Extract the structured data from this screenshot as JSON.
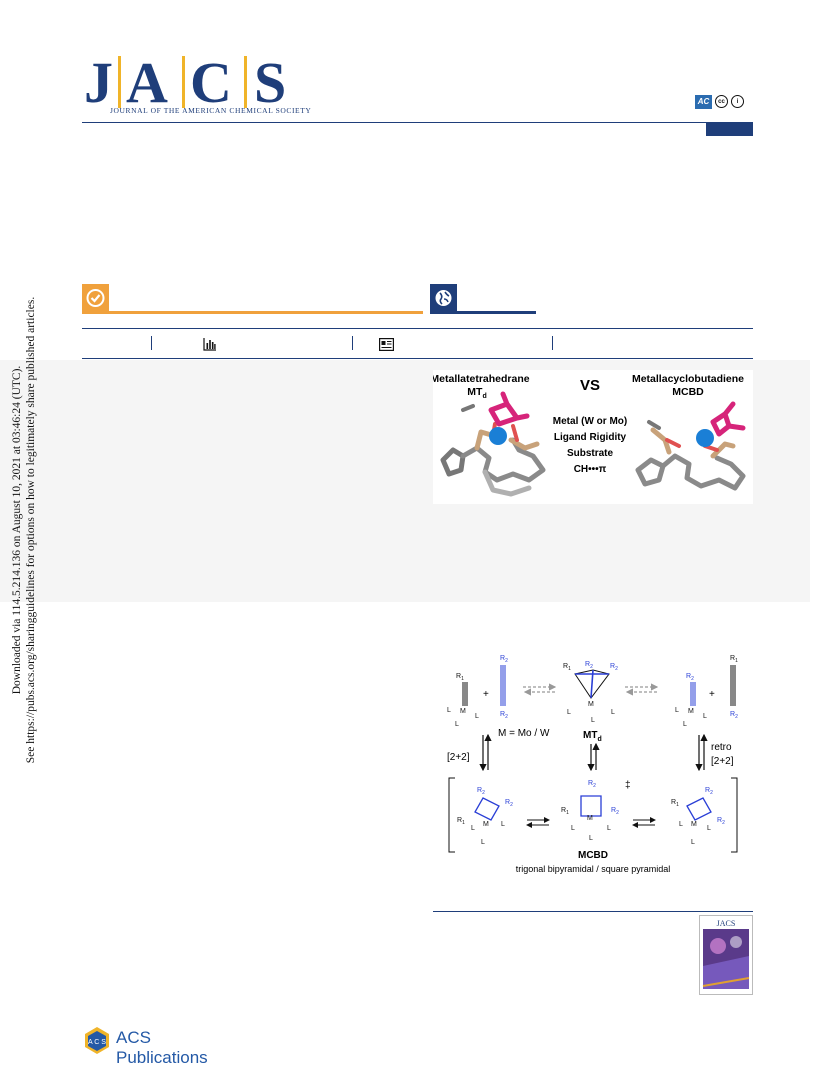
{
  "header": {
    "logo_letters": [
      "J",
      "A",
      "C",
      "S"
    ],
    "journal_name": "JOURNAL OF THE AMERICAN CHEMICAL SOCIETY",
    "license_icons": [
      "ac-icon",
      "cc-icon",
      "by-icon"
    ],
    "ac_label": "AC",
    "cc_label": "cc",
    "by_label": "i"
  },
  "side_note": {
    "line1": "Downloaded via 114.5.214.136 on August 10, 2021 at 03:46:24 (UTC).",
    "line2": "See https://pubs.acs.org/sharingguidelines for options on how to legitimately share published articles."
  },
  "toc_graphic": {
    "left_title": "Metallatetrahedrane",
    "left_sub": "MT",
    "left_sub_index": "d",
    "vs": "VS",
    "right_title": "Metallacyclobutadiene",
    "right_sub": "MCBD",
    "factors": [
      "Metal (W or Mo)",
      "Ligand Rigidity",
      "Substrate",
      "CH•••π"
    ]
  },
  "scheme": {
    "metal_label": "M = Mo / W",
    "mtd_label": "MT",
    "mtd_index": "d",
    "left_arrow_label": "[2+2]",
    "right_arrow_label_1": "retro",
    "right_arrow_label_2": "[2+2]",
    "mcbd_label": "MCBD",
    "geometry_label": "trigonal bipyramidal / square pyramidal",
    "dagger": "‡",
    "r1": "R",
    "r1_index": "1",
    "r2": "R",
    "r2_index": "2",
    "l": "L",
    "m": "M",
    "plus": "+"
  },
  "cover": {
    "title": "JACS"
  },
  "footer": {
    "publisher": "ACS Publications"
  },
  "colors": {
    "navy": "#1f3e7a",
    "gold": "#f0b429",
    "orange": "#f0a13c",
    "magenta": "#d6247a",
    "blue_atom": "#1a7fd6",
    "scheme_blue": "#2a3fd6"
  }
}
